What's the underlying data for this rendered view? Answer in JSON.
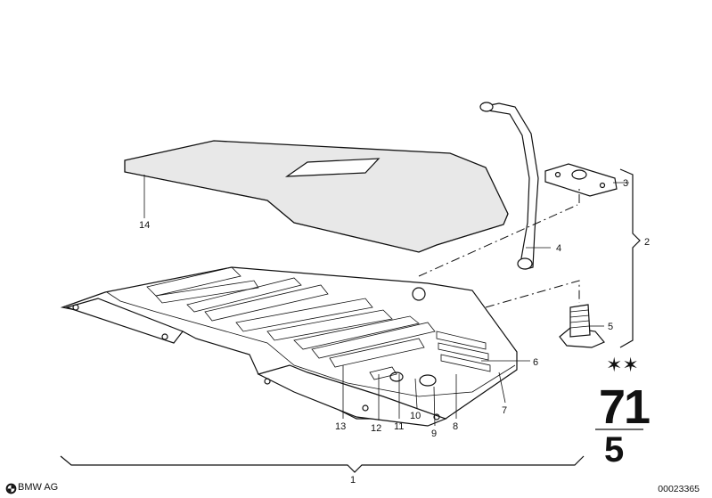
{
  "callouts": [
    "1",
    "2",
    "3",
    "4",
    "5",
    "6",
    "7",
    "8",
    "9",
    "10",
    "11",
    "12",
    "13",
    "14"
  ],
  "marker": {
    "stars": "✶✶",
    "top": "71",
    "bottom": "5"
  },
  "footer": {
    "brand": "BMW AG",
    "doc_number": "00023365"
  },
  "logo_icon": "bmw-roundel-icon"
}
